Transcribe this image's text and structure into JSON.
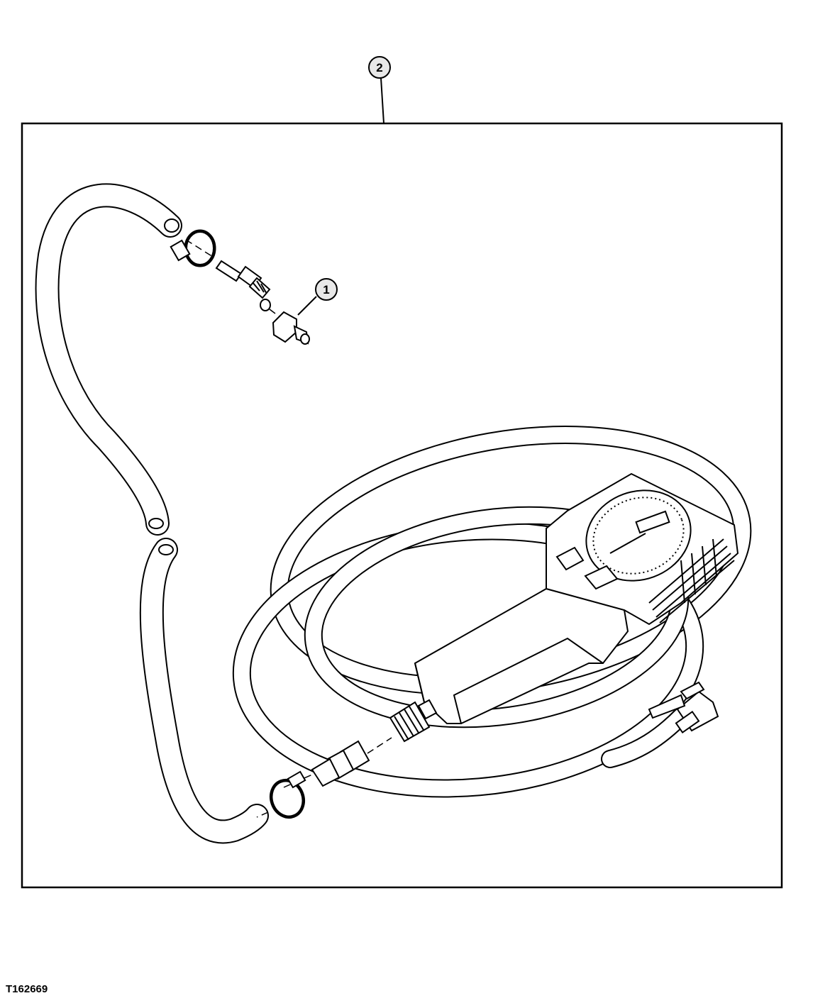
{
  "callouts": [
    {
      "id": "callout-1",
      "label": "1"
    },
    {
      "id": "callout-2",
      "label": "2"
    }
  ],
  "figure_id": "T162669",
  "icons": [
    "tire-inflator-gauge-icon",
    "hose-icon",
    "hose-clamp-icon",
    "fitting-icon"
  ]
}
